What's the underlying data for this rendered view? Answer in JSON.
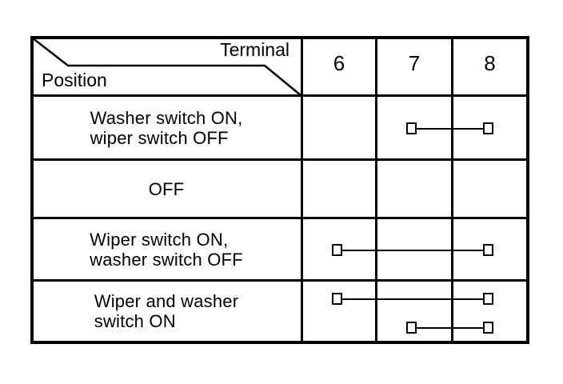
{
  "table": {
    "title": "wiper-washer-switch-continuity-table",
    "header": {
      "terminal_label": "Terminal",
      "position_label": "Position",
      "terminal_columns": [
        "6",
        "7",
        "8"
      ]
    },
    "rows": [
      {
        "position": "Washer switch ON,\nwiper switch OFF",
        "connections": [
          [
            "7",
            "8"
          ]
        ]
      },
      {
        "position": "OFF",
        "connections": []
      },
      {
        "position": "Wiper switch ON,\nwasher switch OFF",
        "connections": [
          [
            "6",
            "8"
          ]
        ]
      },
      {
        "position": "Wiper and washer\nswitch ON",
        "connections": [
          [
            "6",
            "8"
          ],
          [
            "7",
            "8"
          ]
        ]
      }
    ],
    "ink_color": "#000000",
    "background_color": "#ffffff"
  }
}
